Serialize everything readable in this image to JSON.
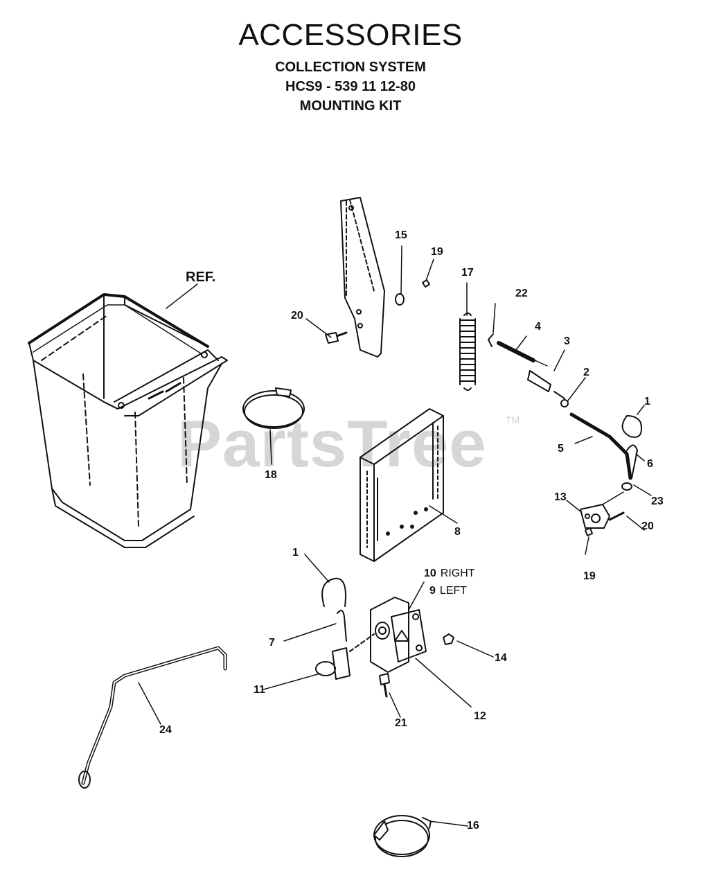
{
  "header": {
    "title": "ACCESSORIES",
    "subtitle_1": "COLLECTION SYSTEM",
    "subtitle_2": "HCS9 - 539 11 12-80",
    "subtitle_3": "MOUNTING KIT"
  },
  "watermark": {
    "text": "PartsTree",
    "trademark": "TM"
  },
  "callouts": {
    "ref": "REF.",
    "c1_top": "1",
    "c2": "2",
    "c3": "3",
    "c4": "4",
    "c5": "5",
    "c6": "6",
    "c8": "8",
    "c13": "13",
    "c15": "15",
    "c17": "17",
    "c18": "18",
    "c19_top": "19",
    "c19_bottom": "19",
    "c20_top": "20",
    "c20_right": "20",
    "c22": "22",
    "c23": "23",
    "c1_bottom": "1",
    "c7": "7",
    "c10": "10",
    "c10_word": "RIGHT",
    "c9": "9",
    "c9_word": "LEFT",
    "c11": "11",
    "c12": "12",
    "c14": "14",
    "c16": "16",
    "c21": "21",
    "c24": "24"
  }
}
